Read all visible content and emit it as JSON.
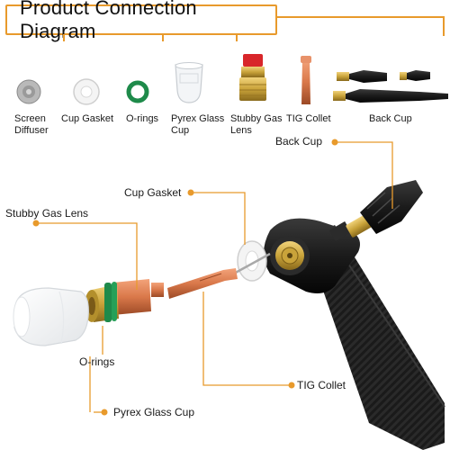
{
  "title": "Product Connection Diagram",
  "parts_row": [
    {
      "line1": "Screen",
      "line2": "Diffuser"
    },
    {
      "line1": "Cup Gasket",
      "line2": ""
    },
    {
      "line1": "O-rings",
      "line2": ""
    },
    {
      "line1": "Pyrex Glass",
      "line2": "Cup"
    },
    {
      "line1": "Stubby Gas",
      "line2": "Lens"
    },
    {
      "line1": "TIG Collet",
      "line2": ""
    },
    {
      "line1": "Back Cup",
      "line2": ""
    }
  ],
  "callouts": {
    "back_cup": "Back Cup",
    "cup_gasket": "Cup Gasket",
    "stubby_gas_lens": "Stubby Gas Lens",
    "o_rings": "O-rings",
    "tig_collet": "TIG Collet",
    "pyrex_glass_cup": "Pyrex Glass Cup"
  },
  "colors": {
    "accent": "#e89a2c",
    "brass": "#c9a33a",
    "copper": "#d9784a",
    "green_ring": "#1e8a4a",
    "black": "#1b1b1b"
  }
}
